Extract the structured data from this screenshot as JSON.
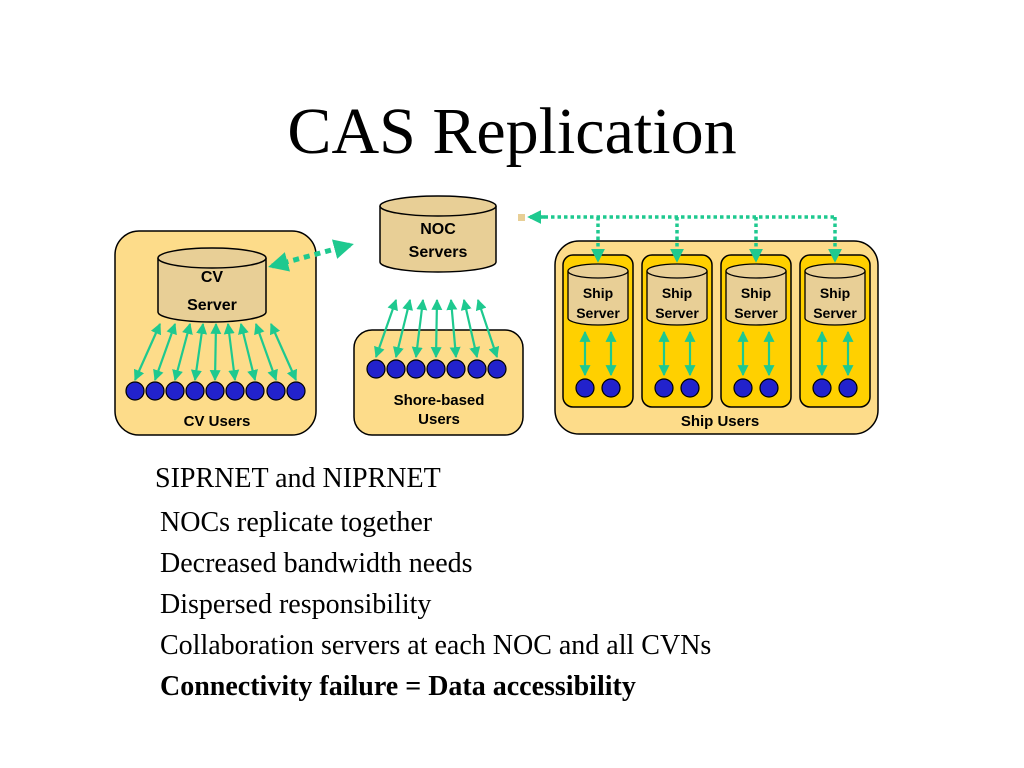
{
  "title": "CAS Replication",
  "diagram": {
    "noc": {
      "line1": "NOC",
      "line2": "Servers"
    },
    "cv_server": {
      "line1": "CV",
      "line2": "Server"
    },
    "cv_users": "CV Users",
    "shore_users": {
      "line1": "Shore-based",
      "line2": "Users"
    },
    "ship_server": {
      "line1": "Ship",
      "line2": "Server"
    },
    "ship_users": "Ship Users",
    "colors": {
      "panel_fill": "#fddc8a",
      "cylinder_fill": "#e8cf96",
      "ship_inner_fill": "#ffd000",
      "user_dot": "#2222cc",
      "arrow": "#1ec98f"
    }
  },
  "bullets": [
    "SIPRNET and NIPRNET",
    "NOCs replicate together",
    "Decreased bandwidth needs",
    "Dispersed responsibility",
    "Collaboration servers at each NOC and all CVNs",
    "Connectivity failure = Data accessibility"
  ]
}
